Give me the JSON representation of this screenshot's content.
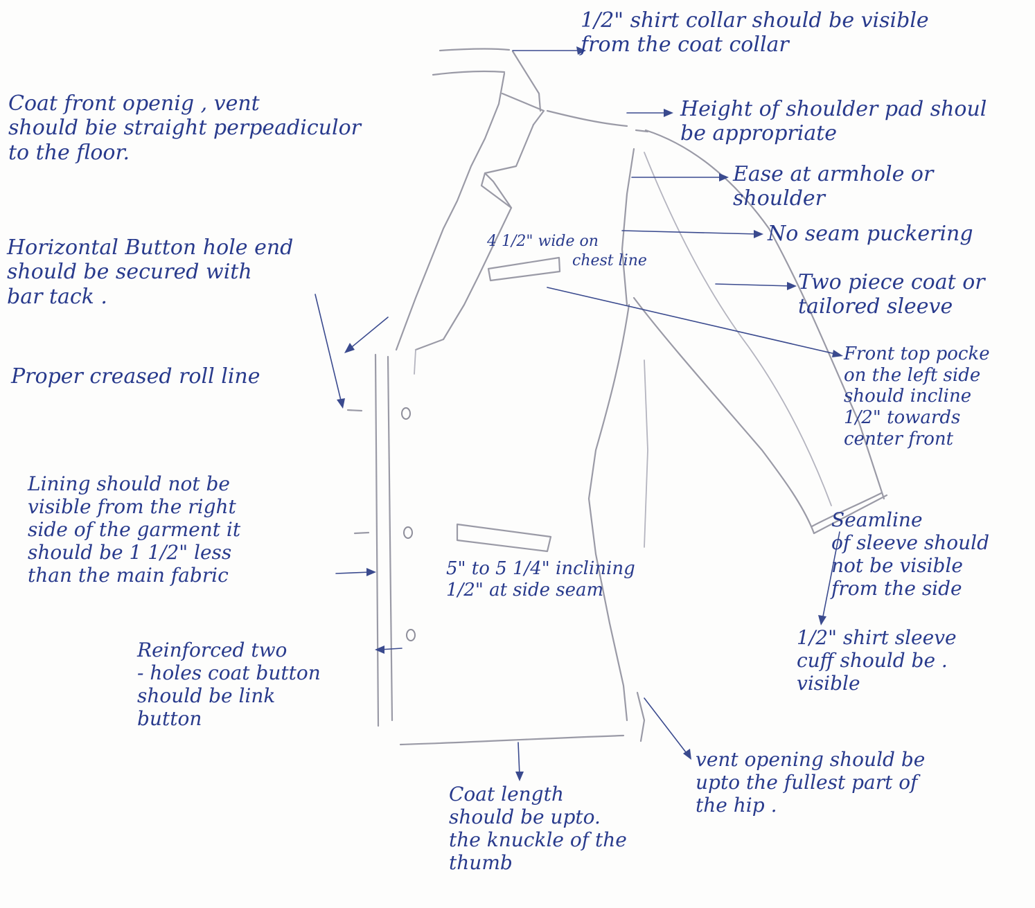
{
  "annotations": {
    "shirt_collar": "1/2\" shirt collar should be visible\nfrom the coat collar",
    "front_opening": "Coat front openig , vent\nshould bie straight perpeadiculor\nto the floor.",
    "shoulder_pad": "Height of shoulder pad shoul\nbe appropriate",
    "ease_armhole": "Ease at armhole or\nshoulder",
    "no_puckering": "No seam puckering",
    "horizontal_buttonhole": "Horizontal Button hole end\nshould be secured with\nbar tack .",
    "chest_pocket_width": "4 1/2\" wide on",
    "chest_line": "chest line",
    "two_piece_sleeve": "Two piece coat or\ntailored sleeve",
    "front_top_pocket": "Front top pocke\non the left side\nshould incline\n1/2\" towards\ncenter front",
    "roll_line": "Proper creased roll line",
    "lining": "Lining should not be\nvisible from the right\nside of the garment it\nshould be 1 1/2\" less\nthan the main fabric",
    "seamline_sleeve": "Seamline\nof sleeve should\nnot be visible\nfrom the side",
    "lower_pocket": "5\" to 5 1/4\" inclining\n1/2\" at side seam",
    "button": "Reinforced two\n- holes coat button\nshould be link\nbutton",
    "shirt_cuff": "1/2\" shirt sleeve\ncuff should be .\nvisible",
    "vent_opening": "vent opening should be\nupto the fullest part of\nthe hip .",
    "coat_length": "Coat length\nshould be upto.\nthe knuckle of the\nthumb"
  }
}
